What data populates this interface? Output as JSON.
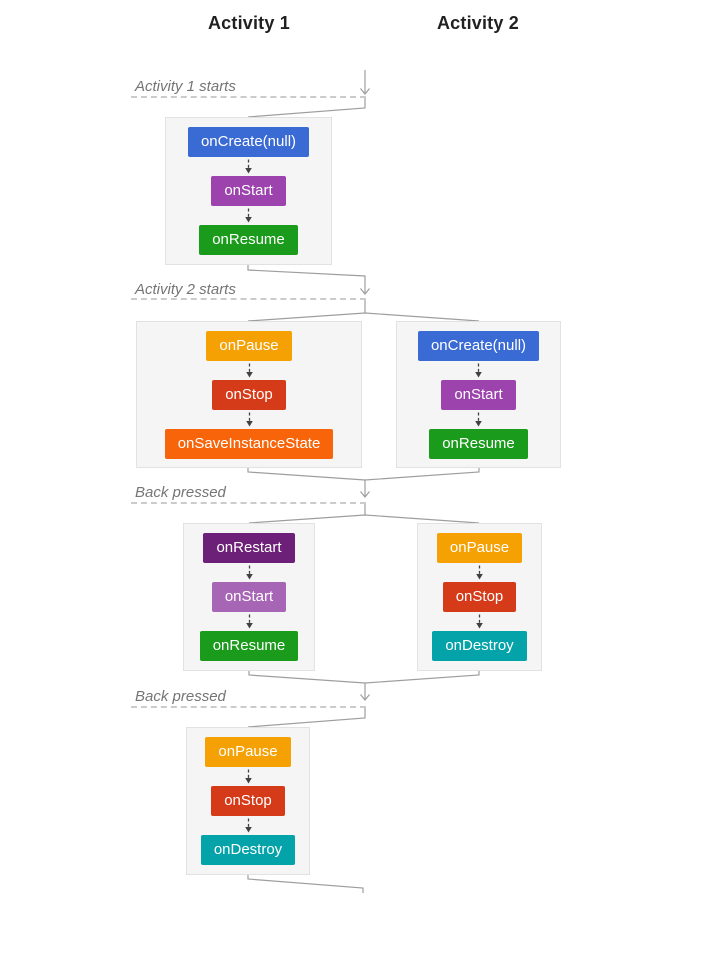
{
  "diagram": {
    "columns": [
      {
        "label": "Activity 1"
      },
      {
        "label": "Activity 2"
      }
    ],
    "sections": [
      {
        "event_label": "Activity 1 starts",
        "panels": [
          {
            "column": "activity-1",
            "boxes": [
              {
                "label": "onCreate(null)",
                "color": "#3a6ad4"
              },
              {
                "label": "onStart",
                "color": "#9c43ad"
              },
              {
                "label": "onResume",
                "color": "#1a9b1b"
              }
            ]
          }
        ]
      },
      {
        "event_label": "Activity 2 starts",
        "panels": [
          {
            "column": "activity-1",
            "boxes": [
              {
                "label": "onPause",
                "color": "#f5a003"
              },
              {
                "label": "onStop",
                "color": "#d53b18"
              },
              {
                "label": "onSaveInstanceState",
                "color": "#f76409"
              }
            ]
          },
          {
            "column": "activity-2",
            "boxes": [
              {
                "label": "onCreate(null)",
                "color": "#3a6ad4"
              },
              {
                "label": "onStart",
                "color": "#9c43ad"
              },
              {
                "label": "onResume",
                "color": "#1a9b1b"
              }
            ]
          }
        ]
      },
      {
        "event_label": "Back pressed",
        "panels": [
          {
            "column": "activity-1",
            "boxes": [
              {
                "label": "onRestart",
                "color": "#6d2077"
              },
              {
                "label": "onStart",
                "color": "#a765b5"
              },
              {
                "label": "onResume",
                "color": "#1a9b1b"
              }
            ]
          },
          {
            "column": "activity-2",
            "boxes": [
              {
                "label": "onPause",
                "color": "#f5a003"
              },
              {
                "label": "onStop",
                "color": "#d53b18"
              },
              {
                "label": "onDestroy",
                "color": "#04a2a9"
              }
            ]
          }
        ]
      },
      {
        "event_label": "Back pressed",
        "panels": [
          {
            "column": "activity-1",
            "boxes": [
              {
                "label": "onPause",
                "color": "#f5a003"
              },
              {
                "label": "onStop",
                "color": "#d53b18"
              },
              {
                "label": "onDestroy",
                "color": "#04a2a9"
              }
            ]
          }
        ]
      }
    ],
    "colors": {
      "connector_line": "#9e9e9e",
      "dashed_separator": "#cbcbcb",
      "panel_background": "#f5f5f5",
      "panel_border": "#e2e2e2",
      "mini_arrow": "#414141",
      "header_text": "#212121",
      "event_label_text": "#757575",
      "box_text": "#ffffff"
    }
  }
}
